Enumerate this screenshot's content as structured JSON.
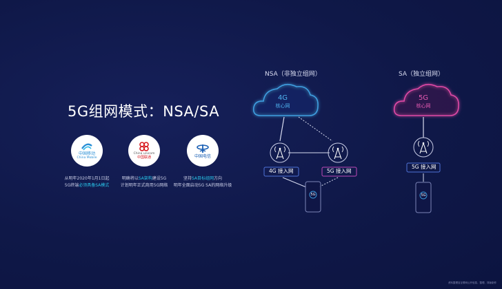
{
  "title": "5G组网模式：NSA/SA",
  "operators": [
    {
      "logo_cn": "中国移动",
      "logo_en": "China Mobile",
      "lines": [
        {
          "pre": "从明年2020年1月1日起",
          "hl": "",
          "post": ""
        },
        {
          "pre": "5G终端",
          "hl": "必须具备SA模式",
          "post": ""
        }
      ]
    },
    {
      "logo_cn": "中国联通",
      "logo_en": "China unicom",
      "lines": [
        {
          "pre": "明确将以",
          "hl": "SA架构",
          "post": "建设5G"
        },
        {
          "pre": "计划明年正式商用5G网络",
          "hl": "",
          "post": ""
        }
      ]
    },
    {
      "logo_cn": "中国电信",
      "logo_en": "",
      "lines": [
        {
          "pre": "坚持",
          "hl": "SA目标组网",
          "post": "方向"
        },
        {
          "pre": "明年全面启动5G SA的网络升级",
          "hl": "",
          "post": ""
        }
      ]
    }
  ],
  "nsa": {
    "heading": "NSA（非独立组网）",
    "core_gen": "4G",
    "core_label": "核心网",
    "access_4g": "4G 接入网",
    "access_5g": "5G 接入网",
    "phone_label": "5G"
  },
  "sa": {
    "heading": "SA（独立组网）",
    "core_gen": "5G",
    "core_label": "核心网",
    "access_5g": "5G 接入网",
    "phone_label": "5G"
  },
  "footnote": "资料整理自互联网公开信息，整理、排版制作",
  "colors": {
    "background": "#10194a",
    "nsa_cloud": "#3f9fe0",
    "sa_cloud": "#e04aa6",
    "access_4g_border": "#4f73d8",
    "access_5g_border": "#c04ab8",
    "highlight_text": "#29c6ea",
    "tower_line": "#d8dcf0"
  },
  "icons": [
    "china-mobile-logo",
    "china-unicom-logo",
    "china-telecom-logo",
    "cloud-icon",
    "cell-tower-icon",
    "smartphone-icon"
  ]
}
